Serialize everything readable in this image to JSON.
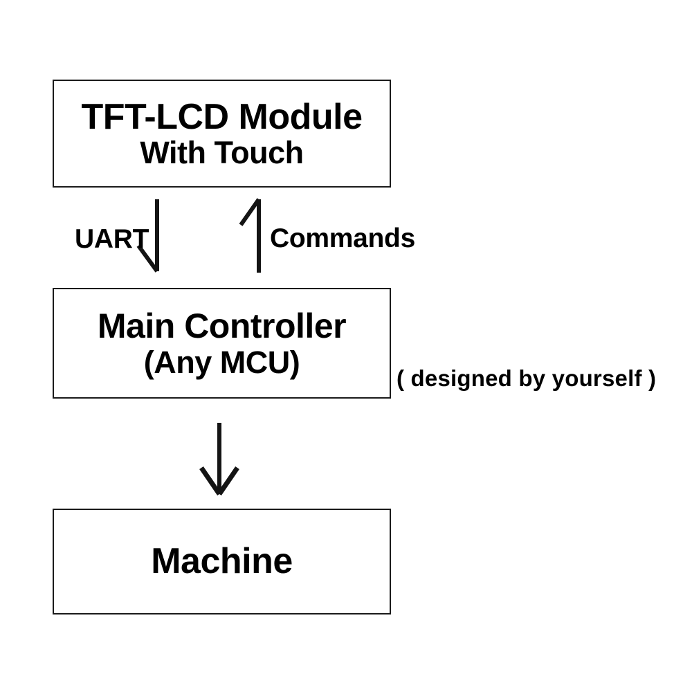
{
  "diagram": {
    "title": "TFT-LCD Module system block diagram",
    "background_color": "#ffffff",
    "stroke_color": "#1a1a1a",
    "text_color": "#000000",
    "nodes": [
      {
        "id": "tft-lcd-module",
        "line1": "TFT-LCD Module",
        "line2": "With Touch"
      },
      {
        "id": "main-controller",
        "line1": "Main Controller",
        "line2": "(Any MCU)"
      },
      {
        "id": "machine",
        "line1": "Machine"
      }
    ],
    "edges": [
      {
        "id": "uart-down",
        "label": "UART",
        "direction": "down",
        "from": "tft-lcd-module",
        "to": "main-controller",
        "arrowhead": "half-barb"
      },
      {
        "id": "commands-up",
        "label": "Commands",
        "direction": "up",
        "from": "main-controller",
        "to": "tft-lcd-module",
        "arrowhead": "half-barb"
      },
      {
        "id": "mcu-to-machine",
        "label": "",
        "direction": "down",
        "from": "main-controller",
        "to": "machine",
        "arrowhead": "full-v"
      }
    ],
    "annotations": [
      {
        "id": "designed-by-yourself",
        "text": "( designed by yourself )",
        "attached_to": "main-controller"
      }
    ]
  }
}
